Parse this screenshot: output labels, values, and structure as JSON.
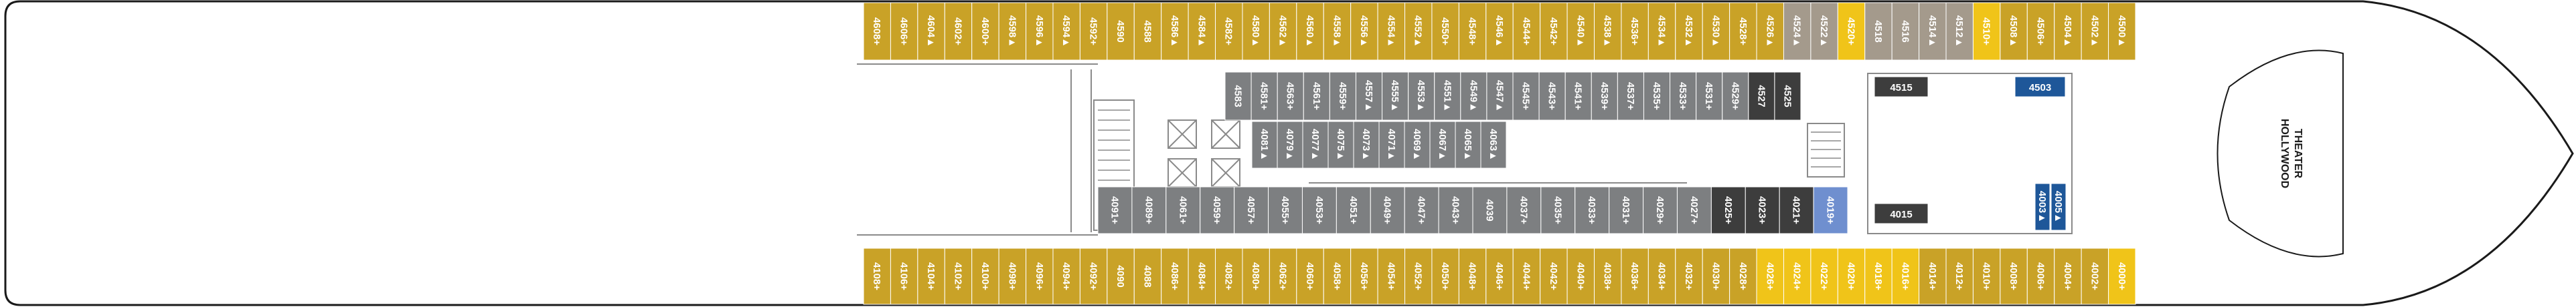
{
  "colors": {
    "hull_stroke": "#1a1a1a",
    "balcony": "#c9a227",
    "oceanview": "#ddb93a",
    "interior": "#7d7f81",
    "studio_dark": "#3d3d3d",
    "mini_suite": "#f0c419",
    "haven_blue": "#1e5799",
    "spa_lightblue": "#6f8fcf",
    "taupe": "#a49a8c",
    "wall": "#8a8a8a",
    "cabin_text": "#ffffff"
  },
  "venue_label_line1": "HOLLYWOOD",
  "venue_label_line2": "THEATER",
  "top_outer_row": [
    {
      "n": "4608+",
      "c": "balcony"
    },
    {
      "n": "4606+",
      "c": "balcony"
    },
    {
      "n": "4604▲",
      "c": "balcony"
    },
    {
      "n": "4602+",
      "c": "balcony"
    },
    {
      "n": "4600+",
      "c": "balcony"
    },
    {
      "n": "4598▲",
      "c": "balcony"
    },
    {
      "n": "4596▲",
      "c": "balcony"
    },
    {
      "n": "4594▲",
      "c": "balcony"
    },
    {
      "n": "4592+",
      "c": "balcony"
    },
    {
      "n": "4590",
      "c": "balcony"
    },
    {
      "n": "4588",
      "c": "balcony"
    },
    {
      "n": "4586▲",
      "c": "balcony"
    },
    {
      "n": "4584▲",
      "c": "balcony"
    },
    {
      "n": "4582+",
      "c": "balcony"
    },
    {
      "n": "4580▲",
      "c": "balcony"
    },
    {
      "n": "4562▲",
      "c": "balcony"
    },
    {
      "n": "4560▲",
      "c": "balcony"
    },
    {
      "n": "4558▲",
      "c": "balcony"
    },
    {
      "n": "4556▲",
      "c": "balcony"
    },
    {
      "n": "4554▲",
      "c": "balcony"
    },
    {
      "n": "4552▲",
      "c": "balcony"
    },
    {
      "n": "4550+",
      "c": "balcony"
    },
    {
      "n": "4548+",
      "c": "balcony"
    },
    {
      "n": "4546▲",
      "c": "balcony"
    },
    {
      "n": "4544+",
      "c": "balcony"
    },
    {
      "n": "4542+",
      "c": "balcony"
    },
    {
      "n": "4540▲",
      "c": "balcony"
    },
    {
      "n": "4538▲",
      "c": "balcony"
    },
    {
      "n": "4536+",
      "c": "balcony"
    },
    {
      "n": "4534▲",
      "c": "balcony"
    },
    {
      "n": "4532▲",
      "c": "balcony"
    },
    {
      "n": "4530▲",
      "c": "balcony"
    },
    {
      "n": "4528+",
      "c": "balcony"
    },
    {
      "n": "4526▲",
      "c": "balcony"
    },
    {
      "n": "4524▲",
      "c": "taupe"
    },
    {
      "n": "4522▲",
      "c": "taupe"
    },
    {
      "n": "4520+",
      "c": "mini_suite"
    },
    {
      "n": "4518",
      "c": "taupe"
    },
    {
      "n": "4516",
      "c": "taupe"
    },
    {
      "n": "4514▲",
      "c": "taupe"
    },
    {
      "n": "4512▲",
      "c": "taupe"
    },
    {
      "n": "4510+",
      "c": "mini_suite"
    },
    {
      "n": "4508▲",
      "c": "balcony"
    },
    {
      "n": "4506+",
      "c": "balcony"
    },
    {
      "n": "4504▲",
      "c": "balcony"
    },
    {
      "n": "4502▲",
      "c": "balcony"
    },
    {
      "n": "4500▲",
      "c": "balcony"
    }
  ],
  "bottom_outer_row": [
    {
      "n": "4108+",
      "c": "balcony"
    },
    {
      "n": "4106+",
      "c": "balcony"
    },
    {
      "n": "4104+",
      "c": "balcony"
    },
    {
      "n": "4102+",
      "c": "balcony"
    },
    {
      "n": "4100+",
      "c": "balcony"
    },
    {
      "n": "4098+",
      "c": "balcony"
    },
    {
      "n": "4096+",
      "c": "balcony"
    },
    {
      "n": "4094+",
      "c": "balcony"
    },
    {
      "n": "4092+",
      "c": "balcony"
    },
    {
      "n": "4090",
      "c": "balcony"
    },
    {
      "n": "4088",
      "c": "balcony"
    },
    {
      "n": "4086+",
      "c": "balcony"
    },
    {
      "n": "4084+",
      "c": "balcony"
    },
    {
      "n": "4082+",
      "c": "balcony"
    },
    {
      "n": "4080+",
      "c": "balcony"
    },
    {
      "n": "4062+",
      "c": "balcony"
    },
    {
      "n": "4060+",
      "c": "balcony"
    },
    {
      "n": "4058+",
      "c": "balcony"
    },
    {
      "n": "4056+",
      "c": "balcony"
    },
    {
      "n": "4054+",
      "c": "balcony"
    },
    {
      "n": "4052+",
      "c": "balcony"
    },
    {
      "n": "4050+",
      "c": "balcony"
    },
    {
      "n": "4048+",
      "c": "balcony"
    },
    {
      "n": "4046+",
      "c": "balcony"
    },
    {
      "n": "4044+",
      "c": "balcony"
    },
    {
      "n": "4042+",
      "c": "balcony"
    },
    {
      "n": "4040+",
      "c": "balcony"
    },
    {
      "n": "4038+",
      "c": "balcony"
    },
    {
      "n": "4036+",
      "c": "balcony"
    },
    {
      "n": "4034+",
      "c": "balcony"
    },
    {
      "n": "4032+",
      "c": "balcony"
    },
    {
      "n": "4030+",
      "c": "balcony"
    },
    {
      "n": "4028+",
      "c": "balcony"
    },
    {
      "n": "4026+",
      "c": "mini_suite"
    },
    {
      "n": "4024+",
      "c": "mini_suite"
    },
    {
      "n": "4022+",
      "c": "mini_suite"
    },
    {
      "n": "4020+",
      "c": "mini_suite"
    },
    {
      "n": "4018+",
      "c": "mini_suite"
    },
    {
      "n": "4016+",
      "c": "mini_suite"
    },
    {
      "n": "4014+",
      "c": "balcony"
    },
    {
      "n": "4012+",
      "c": "balcony"
    },
    {
      "n": "4010+",
      "c": "balcony"
    },
    {
      "n": "4008+",
      "c": "balcony"
    },
    {
      "n": "4006+",
      "c": "balcony"
    },
    {
      "n": "4004+",
      "c": "balcony"
    },
    {
      "n": "4002+",
      "c": "balcony"
    },
    {
      "n": "4000+",
      "c": "mini_suite"
    }
  ],
  "inner_top_row": [
    {
      "n": "4583",
      "c": "interior"
    },
    {
      "n": "4581+",
      "c": "interior"
    },
    {
      "n": "4563+",
      "c": "interior"
    },
    {
      "n": "4561+",
      "c": "interior"
    },
    {
      "n": "4559+",
      "c": "interior"
    },
    {
      "n": "4557▲",
      "c": "interior"
    },
    {
      "n": "4555▲",
      "c": "interior"
    },
    {
      "n": "4553▲",
      "c": "interior"
    },
    {
      "n": "4551▲",
      "c": "interior"
    },
    {
      "n": "4549▲",
      "c": "interior"
    },
    {
      "n": "4547▲",
      "c": "interior"
    },
    {
      "n": "4545+",
      "c": "interior"
    },
    {
      "n": "4543+",
      "c": "interior"
    },
    {
      "n": "4541+",
      "c": "interior"
    },
    {
      "n": "4539+",
      "c": "interior"
    },
    {
      "n": "4537+",
      "c": "interior"
    },
    {
      "n": "4535+",
      "c": "interior"
    },
    {
      "n": "4533+",
      "c": "interior"
    },
    {
      "n": "4531+",
      "c": "interior"
    },
    {
      "n": "4529+",
      "c": "interior"
    },
    {
      "n": "4527",
      "c": "studio_dark"
    },
    {
      "n": "4525",
      "c": "studio_dark"
    }
  ],
  "inner_top_row2": [
    {
      "n": "4081▲",
      "c": "interior"
    },
    {
      "n": "4079▲",
      "c": "interior"
    },
    {
      "n": "4077▲",
      "c": "interior"
    },
    {
      "n": "4075▲",
      "c": "interior"
    },
    {
      "n": "4073▲",
      "c": "interior"
    },
    {
      "n": "4071▲",
      "c": "interior"
    },
    {
      "n": "4069▲",
      "c": "interior"
    },
    {
      "n": "4067▲",
      "c": "interior"
    },
    {
      "n": "4065▲",
      "c": "interior"
    },
    {
      "n": "4063▲",
      "c": "interior"
    }
  ],
  "inner_bottom_row": [
    {
      "n": "4091+",
      "c": "interior"
    },
    {
      "n": "4089+",
      "c": "interior"
    },
    {
      "n": "4061+",
      "c": "interior"
    },
    {
      "n": "4059+",
      "c": "interior"
    },
    {
      "n": "4057+",
      "c": "interior"
    },
    {
      "n": "4055+",
      "c": "interior"
    },
    {
      "n": "4053+",
      "c": "interior"
    },
    {
      "n": "4051+",
      "c": "interior"
    },
    {
      "n": "4049+",
      "c": "interior"
    },
    {
      "n": "4047+",
      "c": "interior"
    },
    {
      "n": "4043+",
      "c": "interior"
    },
    {
      "n": "4039",
      "c": "interior"
    },
    {
      "n": "4037+",
      "c": "interior"
    },
    {
      "n": "4035+",
      "c": "interior"
    },
    {
      "n": "4033+",
      "c": "interior"
    },
    {
      "n": "4031+",
      "c": "interior"
    },
    {
      "n": "4029+",
      "c": "interior"
    },
    {
      "n": "4027+",
      "c": "interior"
    },
    {
      "n": "4025+",
      "c": "studio_dark"
    },
    {
      "n": "4023+",
      "c": "studio_dark"
    },
    {
      "n": "4021+",
      "c": "studio_dark"
    },
    {
      "n": "4019+",
      "c": "spa_lightblue"
    }
  ],
  "forward_suites": [
    {
      "n": "4515",
      "c": "studio_dark"
    },
    {
      "n": "4503",
      "c": "haven_blue"
    },
    {
      "n": "4015",
      "c": "studio_dark"
    },
    {
      "n": "4003▲",
      "c": "haven_blue"
    },
    {
      "n": "4005▲",
      "c": "haven_blue"
    }
  ]
}
